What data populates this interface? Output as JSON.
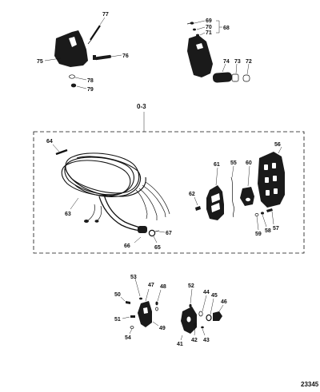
{
  "group_label": "0-3",
  "figure_number": "23345",
  "callouts": [
    {
      "key": "c77",
      "text": "77"
    },
    {
      "key": "c75",
      "text": "75"
    },
    {
      "key": "c76",
      "text": "76"
    },
    {
      "key": "c78",
      "text": "78"
    },
    {
      "key": "c79",
      "text": "79"
    },
    {
      "key": "c69",
      "text": "69"
    },
    {
      "key": "c70",
      "text": "70"
    },
    {
      "key": "c71",
      "text": "71"
    },
    {
      "key": "c68",
      "text": "68"
    },
    {
      "key": "c74",
      "text": "74"
    },
    {
      "key": "c73",
      "text": "73"
    },
    {
      "key": "c72",
      "text": "72"
    },
    {
      "key": "c64",
      "text": "64"
    },
    {
      "key": "c63",
      "text": "63"
    },
    {
      "key": "c66",
      "text": "66"
    },
    {
      "key": "c65",
      "text": "65"
    },
    {
      "key": "c67",
      "text": "67"
    },
    {
      "key": "c62",
      "text": "62"
    },
    {
      "key": "c61",
      "text": "61"
    },
    {
      "key": "c55",
      "text": "55"
    },
    {
      "key": "c60",
      "text": "60"
    },
    {
      "key": "c56",
      "text": "56"
    },
    {
      "key": "c59",
      "text": "59"
    },
    {
      "key": "c58",
      "text": "58"
    },
    {
      "key": "c57",
      "text": "57"
    },
    {
      "key": "c53",
      "text": "53"
    },
    {
      "key": "c47",
      "text": "47"
    },
    {
      "key": "c48",
      "text": "48"
    },
    {
      "key": "c50",
      "text": "50"
    },
    {
      "key": "c51",
      "text": "51"
    },
    {
      "key": "c49",
      "text": "49"
    },
    {
      "key": "c54",
      "text": "54"
    },
    {
      "key": "c52",
      "text": "52"
    },
    {
      "key": "c44",
      "text": "44"
    },
    {
      "key": "c45",
      "text": "45"
    },
    {
      "key": "c46",
      "text": "46"
    },
    {
      "key": "c41",
      "text": "41"
    },
    {
      "key": "c42",
      "text": "42"
    },
    {
      "key": "c43",
      "text": "43"
    }
  ]
}
